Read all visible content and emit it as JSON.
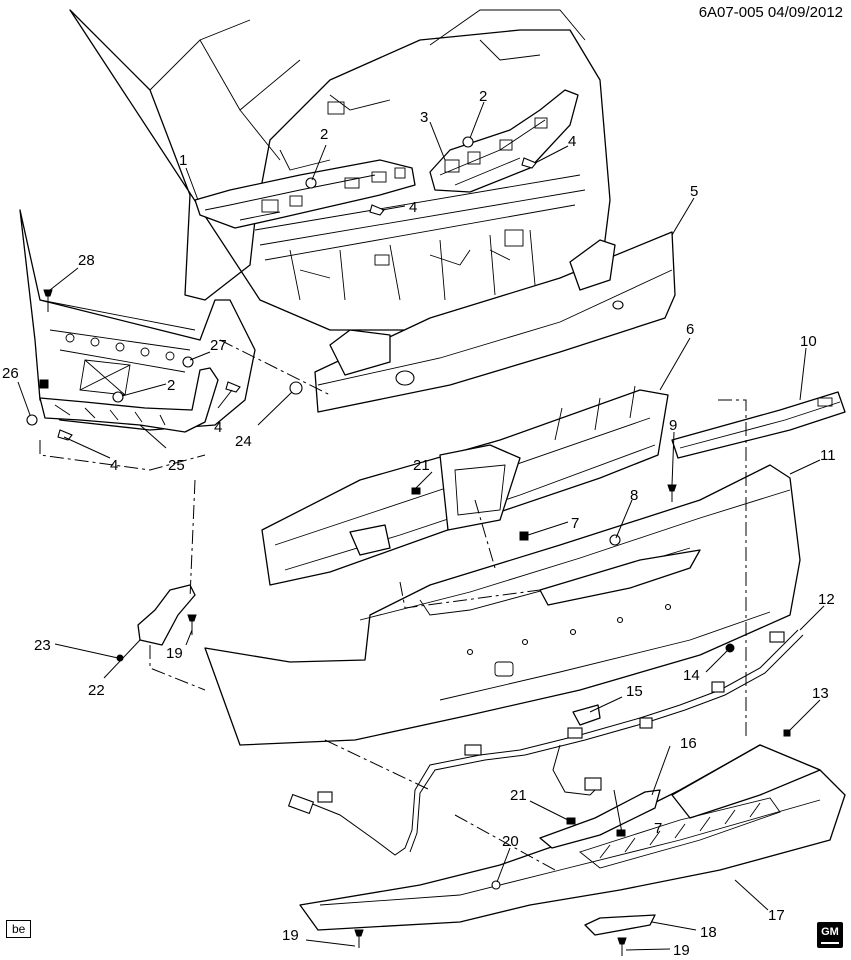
{
  "header": {
    "ref": "6A07-005  04/09/2012"
  },
  "footer": {
    "lang_badge": "be",
    "logo": "GM"
  },
  "icons": {
    "logo": "gm-logo-mark",
    "lang": "language-badge"
  },
  "callouts": [
    {
      "id": "c1",
      "text": "1"
    },
    {
      "id": "c2a",
      "text": "2"
    },
    {
      "id": "c2b",
      "text": "2"
    },
    {
      "id": "c2c",
      "text": "2"
    },
    {
      "id": "c3",
      "text": "3"
    },
    {
      "id": "c4a",
      "text": "4"
    },
    {
      "id": "c4b",
      "text": "4"
    },
    {
      "id": "c4c",
      "text": "4"
    },
    {
      "id": "c4d",
      "text": "4"
    },
    {
      "id": "c5",
      "text": "5"
    },
    {
      "id": "c6",
      "text": "6"
    },
    {
      "id": "c7a",
      "text": "7"
    },
    {
      "id": "c7b",
      "text": "7"
    },
    {
      "id": "c8",
      "text": "8"
    },
    {
      "id": "c9",
      "text": "9"
    },
    {
      "id": "c10",
      "text": "10"
    },
    {
      "id": "c11",
      "text": "11"
    },
    {
      "id": "c12",
      "text": "12"
    },
    {
      "id": "c13",
      "text": "13"
    },
    {
      "id": "c14",
      "text": "14"
    },
    {
      "id": "c15",
      "text": "15"
    },
    {
      "id": "c16",
      "text": "16"
    },
    {
      "id": "c17",
      "text": "17"
    },
    {
      "id": "c18",
      "text": "18"
    },
    {
      "id": "c19a",
      "text": "19"
    },
    {
      "id": "c19b",
      "text": "19"
    },
    {
      "id": "c19c",
      "text": "19"
    },
    {
      "id": "c20",
      "text": "20"
    },
    {
      "id": "c21a",
      "text": "21"
    },
    {
      "id": "c21b",
      "text": "21"
    },
    {
      "id": "c22",
      "text": "22"
    },
    {
      "id": "c23",
      "text": "23"
    },
    {
      "id": "c24",
      "text": "24"
    },
    {
      "id": "c25",
      "text": "25"
    },
    {
      "id": "c26",
      "text": "26"
    },
    {
      "id": "c27",
      "text": "27"
    },
    {
      "id": "c28",
      "text": "28"
    }
  ]
}
